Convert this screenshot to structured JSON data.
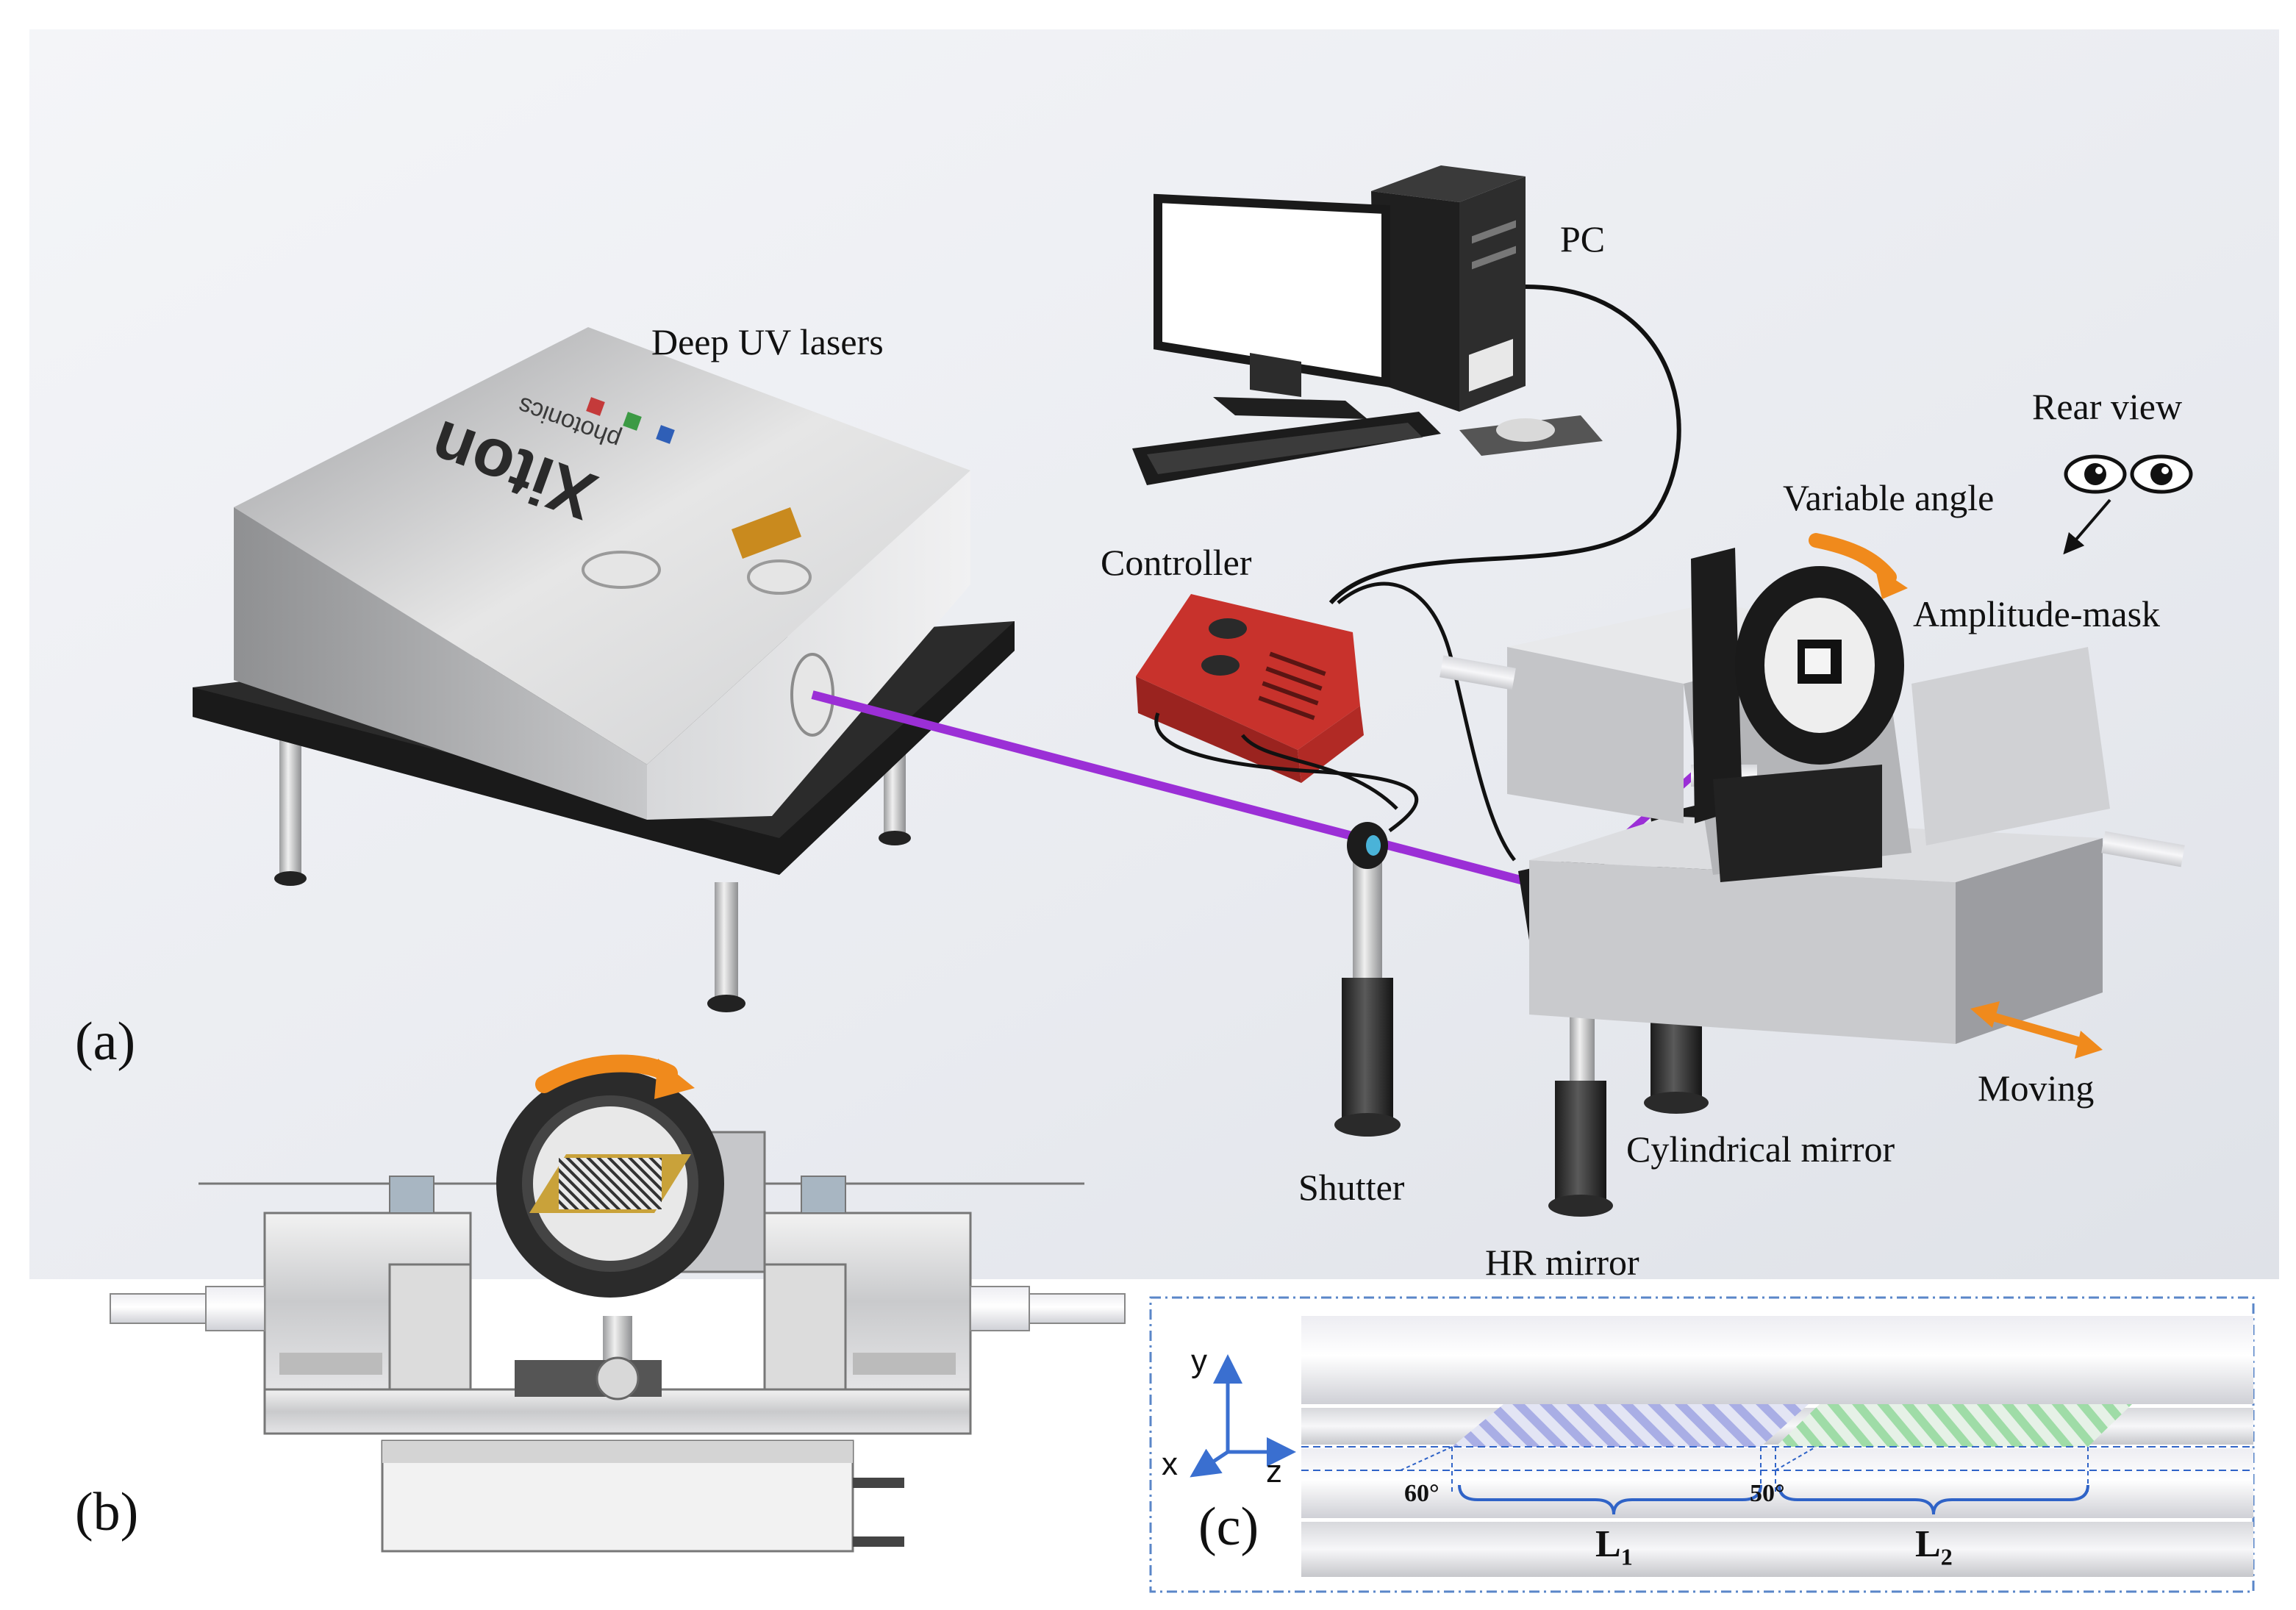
{
  "labels": {
    "deep_uv_lasers": "Deep UV lasers",
    "pc": "PC",
    "controller": "Controller",
    "rear_view": "Rear view",
    "variable_angle": "Variable angle",
    "amplitude_mask": "Amplitude-mask",
    "moving": "Moving",
    "shutter": "Shutter",
    "cylindrical_mirror": "Cylindrical mirror",
    "hr_mirror": "HR mirror",
    "laser_brand": "Xiton",
    "laser_brand_sub": "photonics"
  },
  "panels": {
    "a": "(a)",
    "b": "(b)",
    "c": "(c)"
  },
  "inset_c": {
    "axis_y": "y",
    "axis_x": "x",
    "axis_z": "z",
    "angle_1": "60°",
    "angle_2": "50°",
    "length_1_main": "L",
    "length_1_sub": "1",
    "length_2_main": "L",
    "length_2_sub": "2"
  },
  "colors": {
    "laser_beam": "#9b2fd6",
    "controller_red": "#d83a33",
    "rotation_arrow": "#f08a1c",
    "inset_border": "#5a86c8",
    "grating_1": "#9da3e0",
    "grating_2": "#8fd69a",
    "axis_blue": "#3a6fd0",
    "bracket_blue": "#2f63c7"
  }
}
